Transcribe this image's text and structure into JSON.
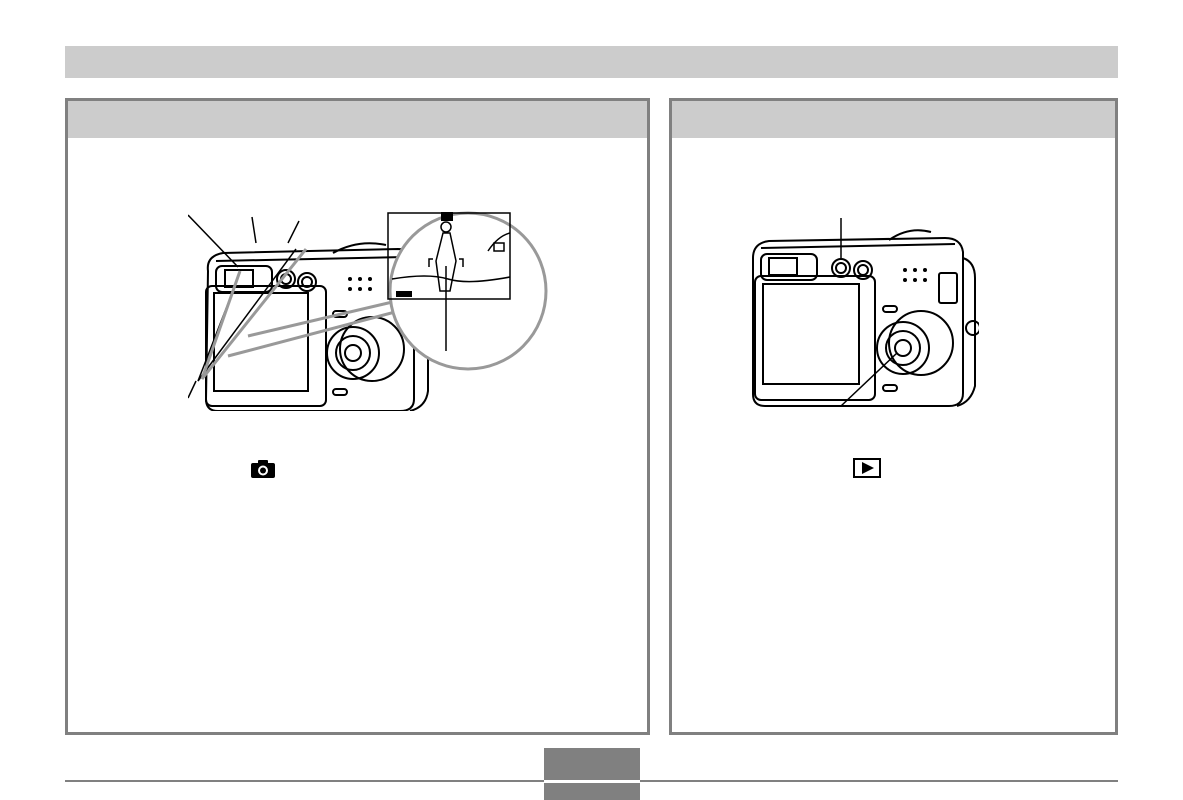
{
  "page": {
    "background": "#ffffff",
    "banner_color": "#cccccc",
    "frame_color": "#808080"
  },
  "panels": [
    {
      "name": "record-mode-panel",
      "mode_icon": "camera-icon",
      "figure": "camera-back-with-monitor-closeup"
    },
    {
      "name": "playback-mode-panel",
      "mode_icon": "playback-icon",
      "figure": "camera-back-playback-button"
    }
  ],
  "footer": {
    "page_tab_color": "#808080"
  }
}
